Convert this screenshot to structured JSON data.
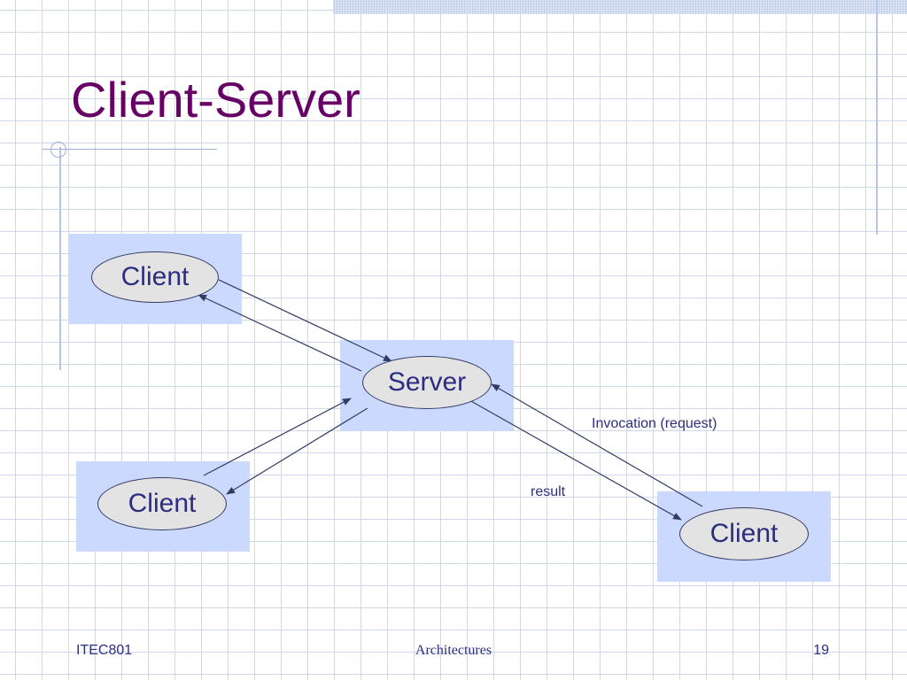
{
  "slide": {
    "title": "Client-Server"
  },
  "nodes": {
    "client_top": "Client",
    "server": "Server",
    "client_bottom_left": "Client",
    "client_bottom_right": "Client"
  },
  "labels": {
    "request": "Invocation (request)",
    "result": "result"
  },
  "footer": {
    "course": "ITEC801",
    "topic": "Architectures",
    "page_number": "19"
  },
  "colors": {
    "title": "#660066",
    "text": "#2d2d80",
    "node_box": "#ccd9ff",
    "node_fill": "#e3e3e3",
    "arrow": "#333b66"
  }
}
